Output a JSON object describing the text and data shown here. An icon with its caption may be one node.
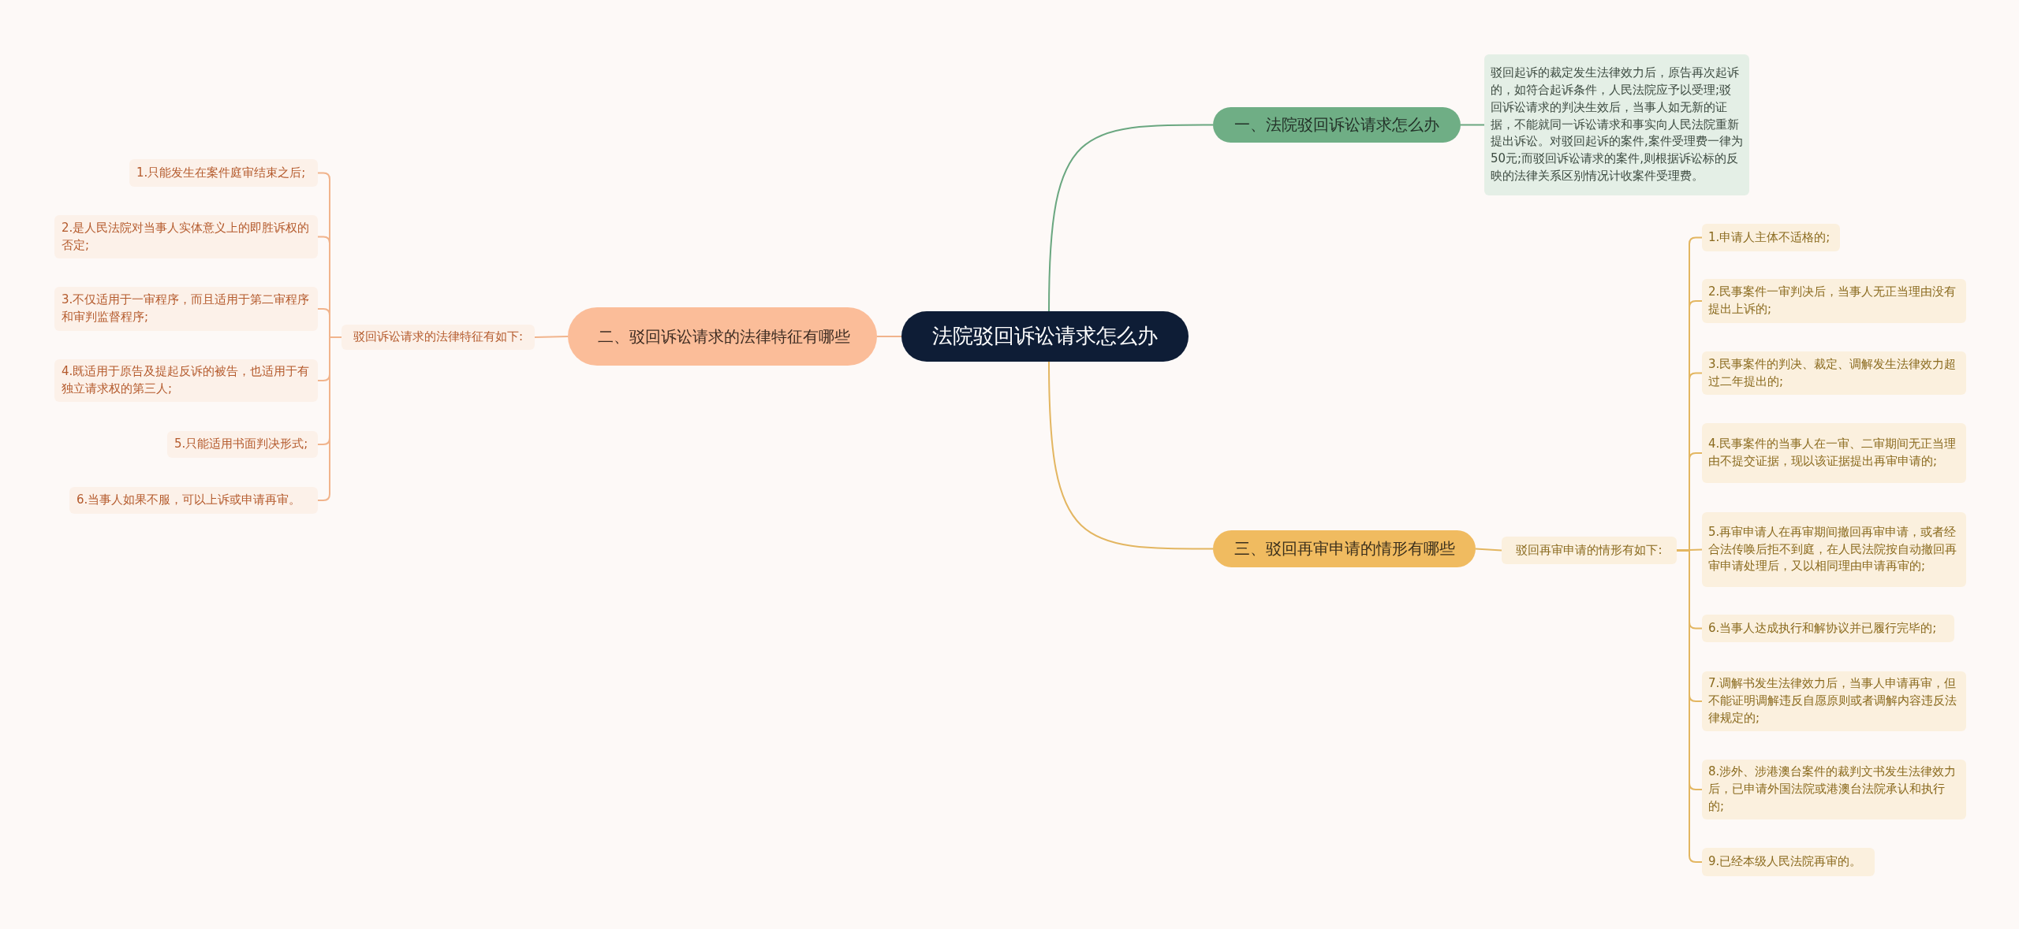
{
  "diagram": {
    "nodes": [
      {
        "text": [
          "法院驳回诉讼请求怎么办"
        ]
      },
      {
        "text": [
          "一、法院驳回诉讼请求怎么办"
        ]
      },
      {
        "text": [
          "驳回起诉的裁定发生法律效力后，原告再次起诉的，如符合起诉条件，人民法院应予以受理;驳回诉讼请求的判决生效后，当事人如无新的证据，不能就同一诉讼请求和事实向人民法院重新提出诉讼。对驳回起诉的案件,案件受理费一律为50元;而驳回诉讼请求的案件,则根据诉讼标的反映的法律关系区别情况计收案件受理费。"
        ]
      },
      {
        "text": [
          "二、驳回诉讼请求的法律特征有哪些"
        ]
      },
      {
        "text": [
          "驳回诉讼请求的法律特征有如下:"
        ]
      },
      {
        "text": [
          "1.只能发生在案件庭审结束之后;"
        ]
      },
      {
        "text": [
          "2.是人民法院对当事人实体意义上的即胜诉权的否定;"
        ]
      },
      {
        "text": [
          "3.不仅适用于一审程序，而且适用于第二审程序和审判监督程序;"
        ]
      },
      {
        "text": [
          "4.既适用于原告及提起反诉的被告，也适用于有独立请求权的第三人;"
        ]
      },
      {
        "text": [
          "5.只能适用书面判决形式;"
        ]
      },
      {
        "text": [
          "6.当事人如果不服，可以上诉或申请再审。"
        ]
      },
      {
        "text": [
          "三、驳回再审申请的情形有哪些"
        ]
      },
      {
        "text": [
          "驳回再审申请的情形有如下:"
        ]
      },
      {
        "text": [
          "1.申请人主体不适格的;"
        ]
      },
      {
        "text": [
          "2.民事案件一审判决后，当事人无正当理由没有提出上诉的;"
        ]
      },
      {
        "text": [
          "3.民事案件的判决、裁定、调解发生法律效力超过二年提出的;"
        ]
      },
      {
        "text": [
          "4.民事案件的当事人在一审、二审期间无正当理由不提交证据，现以该证据提出再审申请的;"
        ]
      },
      {
        "text": [
          "5.再审申请人在再审期间撤回再审申请，或者经合法传唤后拒不到庭，在人民法院按自动撤回再审申请处理后，又以相同理由申请再审的;"
        ]
      },
      {
        "text": [
          "6.当事人达成执行和解协议并已履行完毕的;"
        ]
      },
      {
        "text": [
          "7.调解书发生法律效力后，当事人申请再审，但不能证明调解违反自愿原则或者调解内容违反法律规定的;"
        ]
      },
      {
        "text": [
          "8.涉外、涉港澳台案件的裁判文书发生法律效力后，已申请外国法院或港澳台法院承认和执行的;"
        ]
      },
      {
        "text": [
          "9.已经本级人民法院再审的。"
        ]
      }
    ],
    "edges": [
      {
        "from": 0,
        "to": 1,
        "arrow": "none",
        "color": "#6aa780"
      },
      {
        "from": 1,
        "to": 2,
        "arrow": "none",
        "color": "#6aa780"
      },
      {
        "from": 0,
        "to": 3,
        "arrow": "none"
      },
      {
        "from": 3,
        "to": 4,
        "arrow": "none"
      },
      {
        "from": 4,
        "to": 5,
        "arrow": "none"
      },
      {
        "from": 4,
        "to": 6,
        "arrow": "none"
      },
      {
        "from": 4,
        "to": 7,
        "arrow": "none"
      },
      {
        "from": 4,
        "to": 8,
        "arrow": "none"
      },
      {
        "from": 4,
        "to": 9,
        "arrow": "none"
      },
      {
        "from": 4,
        "to": 10,
        "arrow": "none"
      },
      {
        "from": 0,
        "to": 11,
        "arrow": "none",
        "color": "#e3b661"
      },
      {
        "from": 11,
        "to": 12,
        "arrow": "none",
        "color": "#e3b661"
      },
      {
        "from": 12,
        "to": 13,
        "arrow": "none",
        "color": "#e3b661"
      },
      {
        "from": 12,
        "to": 14,
        "arrow": "none",
        "color": "#e3b661"
      },
      {
        "from": 12,
        "to": 15,
        "arrow": "none",
        "color": "#e3b661"
      },
      {
        "from": 12,
        "to": 16,
        "arrow": "none",
        "color": "#e3b661"
      },
      {
        "from": 12,
        "to": 17,
        "arrow": "none",
        "color": "#e3b661"
      },
      {
        "from": 12,
        "to": 18,
        "arrow": "none",
        "color": "#e3b661"
      },
      {
        "from": 12,
        "to": 19,
        "arrow": "none",
        "color": "#e3b661"
      },
      {
        "from": 12,
        "to": 20,
        "arrow": "none",
        "color": "#e3b661"
      },
      {
        "from": 12,
        "to": 21,
        "arrow": "none",
        "color": "#e3b661"
      }
    ]
  }
}
